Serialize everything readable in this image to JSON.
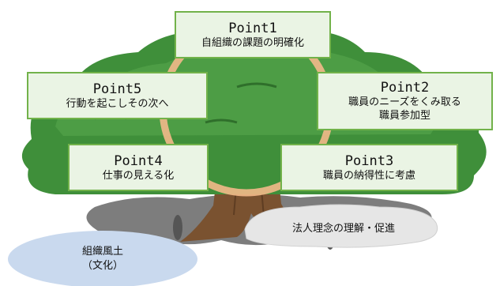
{
  "points": [
    {
      "id": "point1",
      "title": "Point1",
      "lines": [
        "自組織の課題の明確化"
      ]
    },
    {
      "id": "point2",
      "title": "Point2",
      "lines": [
        "職員のニーズをくみ取る",
        "職員参加型"
      ]
    },
    {
      "id": "point3",
      "title": "Point3",
      "lines": [
        "職員の納得性に考慮"
      ]
    },
    {
      "id": "point4",
      "title": "Point4",
      "lines": [
        "仕事の見える化"
      ]
    },
    {
      "id": "point5",
      "title": "Point5",
      "lines": [
        "行動を起こしその次へ"
      ]
    }
  ],
  "foundation": {
    "philosophy": "法人理念の理解・促進",
    "culture_line1": "組織風土",
    "culture_line2": "（文化）"
  },
  "colors": {
    "box_fill": "#eaf4e4",
    "box_border": "#72b24a",
    "canopy": "#3f8f3a",
    "ring": "#f3b98a",
    "trunk": "#7a5230",
    "culture_cloud": "#c9d9ee"
  }
}
